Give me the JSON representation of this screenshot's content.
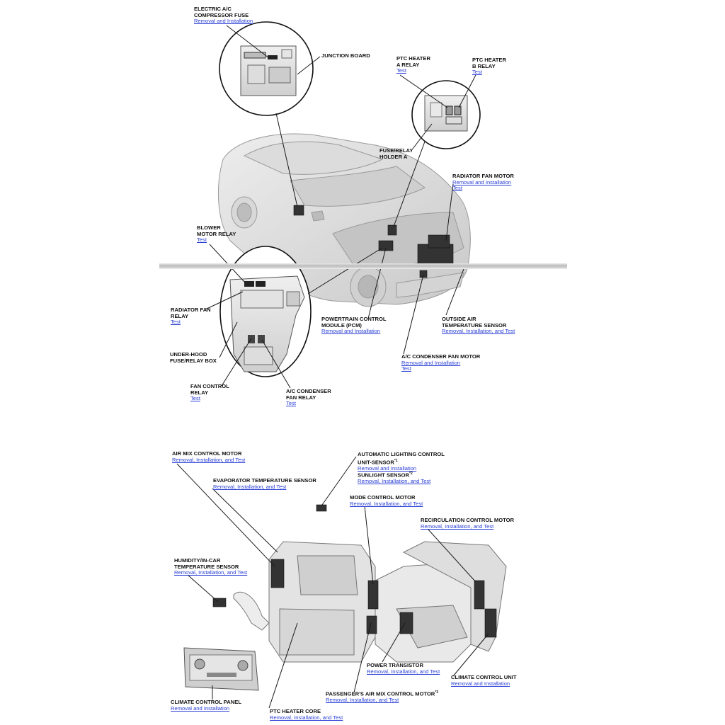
{
  "car_diagram": {
    "labels": [
      {
        "key": "electric_ac_fuse",
        "title": "ELECTRIC A/C\nCOMPRESSOR FUSE",
        "links": [
          "Removal and Installation"
        ]
      },
      {
        "key": "junction_board",
        "title": "JUNCTION BOARD",
        "links": []
      },
      {
        "key": "ptc_a_relay",
        "title": "PTC HEATER\nA RELAY",
        "links": [
          "Test"
        ]
      },
      {
        "key": "ptc_b_relay",
        "title": "PTC HEATER\nB RELAY",
        "links": [
          "Test"
        ]
      },
      {
        "key": "fuse_relay_holder_a",
        "title": "FUSE/RELAY\nHOLDER A",
        "links": []
      },
      {
        "key": "radiator_fan_motor",
        "title": "RADIATOR FAN MOTOR",
        "links": [
          "Removal and Installation",
          "Test"
        ]
      },
      {
        "key": "blower_motor_relay",
        "title": "BLOWER\nMOTOR RELAY",
        "links": [
          "Test"
        ]
      },
      {
        "key": "radiator_fan_relay",
        "title": "RADIATOR FAN\nRELAY",
        "links": [
          "Test"
        ]
      },
      {
        "key": "underhood_box",
        "title": "UNDER-HOOD\nFUSE/RELAY BOX",
        "links": []
      },
      {
        "key": "fan_control_relay",
        "title": "FAN CONTROL\nRELAY",
        "links": [
          "Test"
        ]
      },
      {
        "key": "ac_condenser_fan_relay",
        "title": "A/C CONDENSER\nFAN RELAY",
        "links": [
          "Test"
        ]
      },
      {
        "key": "pcm",
        "title": "POWERTRAIN CONTROL\nMODULE (PCM)",
        "links": [
          "Removal and Installation"
        ]
      },
      {
        "key": "outside_air_temp",
        "title": "OUTSIDE AIR\nTEMPERATURE SENSOR",
        "links": [
          "Removal, Installation, and Test"
        ]
      },
      {
        "key": "ac_condenser_fan_motor",
        "title": "A/C CONDENSER FAN MOTOR",
        "links": [
          "Removal and Installation",
          "Test"
        ]
      }
    ]
  },
  "hvac_diagram": {
    "labels": [
      {
        "key": "air_mix_motor",
        "title": "AIR MIX CONTROL MOTOR",
        "links": [
          "Removal, Installation, and Test"
        ]
      },
      {
        "key": "auto_lighting",
        "title": "AUTOMATIC LIGHTING CONTROL\nUNIT-SENSOR",
        "sup": "*1",
        "links": [
          "Removal and Installation"
        ]
      },
      {
        "key": "sunlight_sensor",
        "title": "SUNLIGHT SENSOR",
        "sup": "*2",
        "links": [
          "Removal, Installation, and Test"
        ]
      },
      {
        "key": "evap_temp_sensor",
        "title": "EVAPORATOR TEMPERATURE SENSOR",
        "links": [
          "Removal, Installation, and Test"
        ]
      },
      {
        "key": "mode_motor",
        "title": "MODE CONTROL MOTOR",
        "links": [
          "Removal, Installation, and Test"
        ]
      },
      {
        "key": "recirc_motor",
        "title": "RECIRCULATION CONTROL MOTOR",
        "links": [
          "Removal, Installation, and Test"
        ]
      },
      {
        "key": "humidity_sensor",
        "title": "HUMIDITY/IN-CAR\nTEMPERATURE SENSOR",
        "links": [
          "Removal, Installation, and Test"
        ]
      },
      {
        "key": "power_transistor",
        "title": "POWER TRANSISTOR",
        "links": [
          "Removal, Installation, and Test"
        ]
      },
      {
        "key": "climate_control_unit",
        "title": "CLIMATE CONTROL UNIT",
        "links": [
          "Removal and Installation"
        ]
      },
      {
        "key": "passenger_air_mix",
        "title": "PASSENGER'S AIR MIX CONTROL MOTOR",
        "sup": "*3",
        "links": [
          "Removal, Installation, and Test"
        ]
      },
      {
        "key": "climate_control_panel",
        "title": "CLIMATE CONTROL PANEL",
        "links": [
          "Removal and Installation"
        ]
      },
      {
        "key": "ptc_heater_core",
        "title": "PTC HEATER CORE",
        "links": [
          "Removal, Installation, and Test"
        ]
      }
    ]
  },
  "colors": {
    "link": "#2a3fd6",
    "text": "#111111",
    "line": "#1a1a1a",
    "body": "#d9d9d9"
  }
}
